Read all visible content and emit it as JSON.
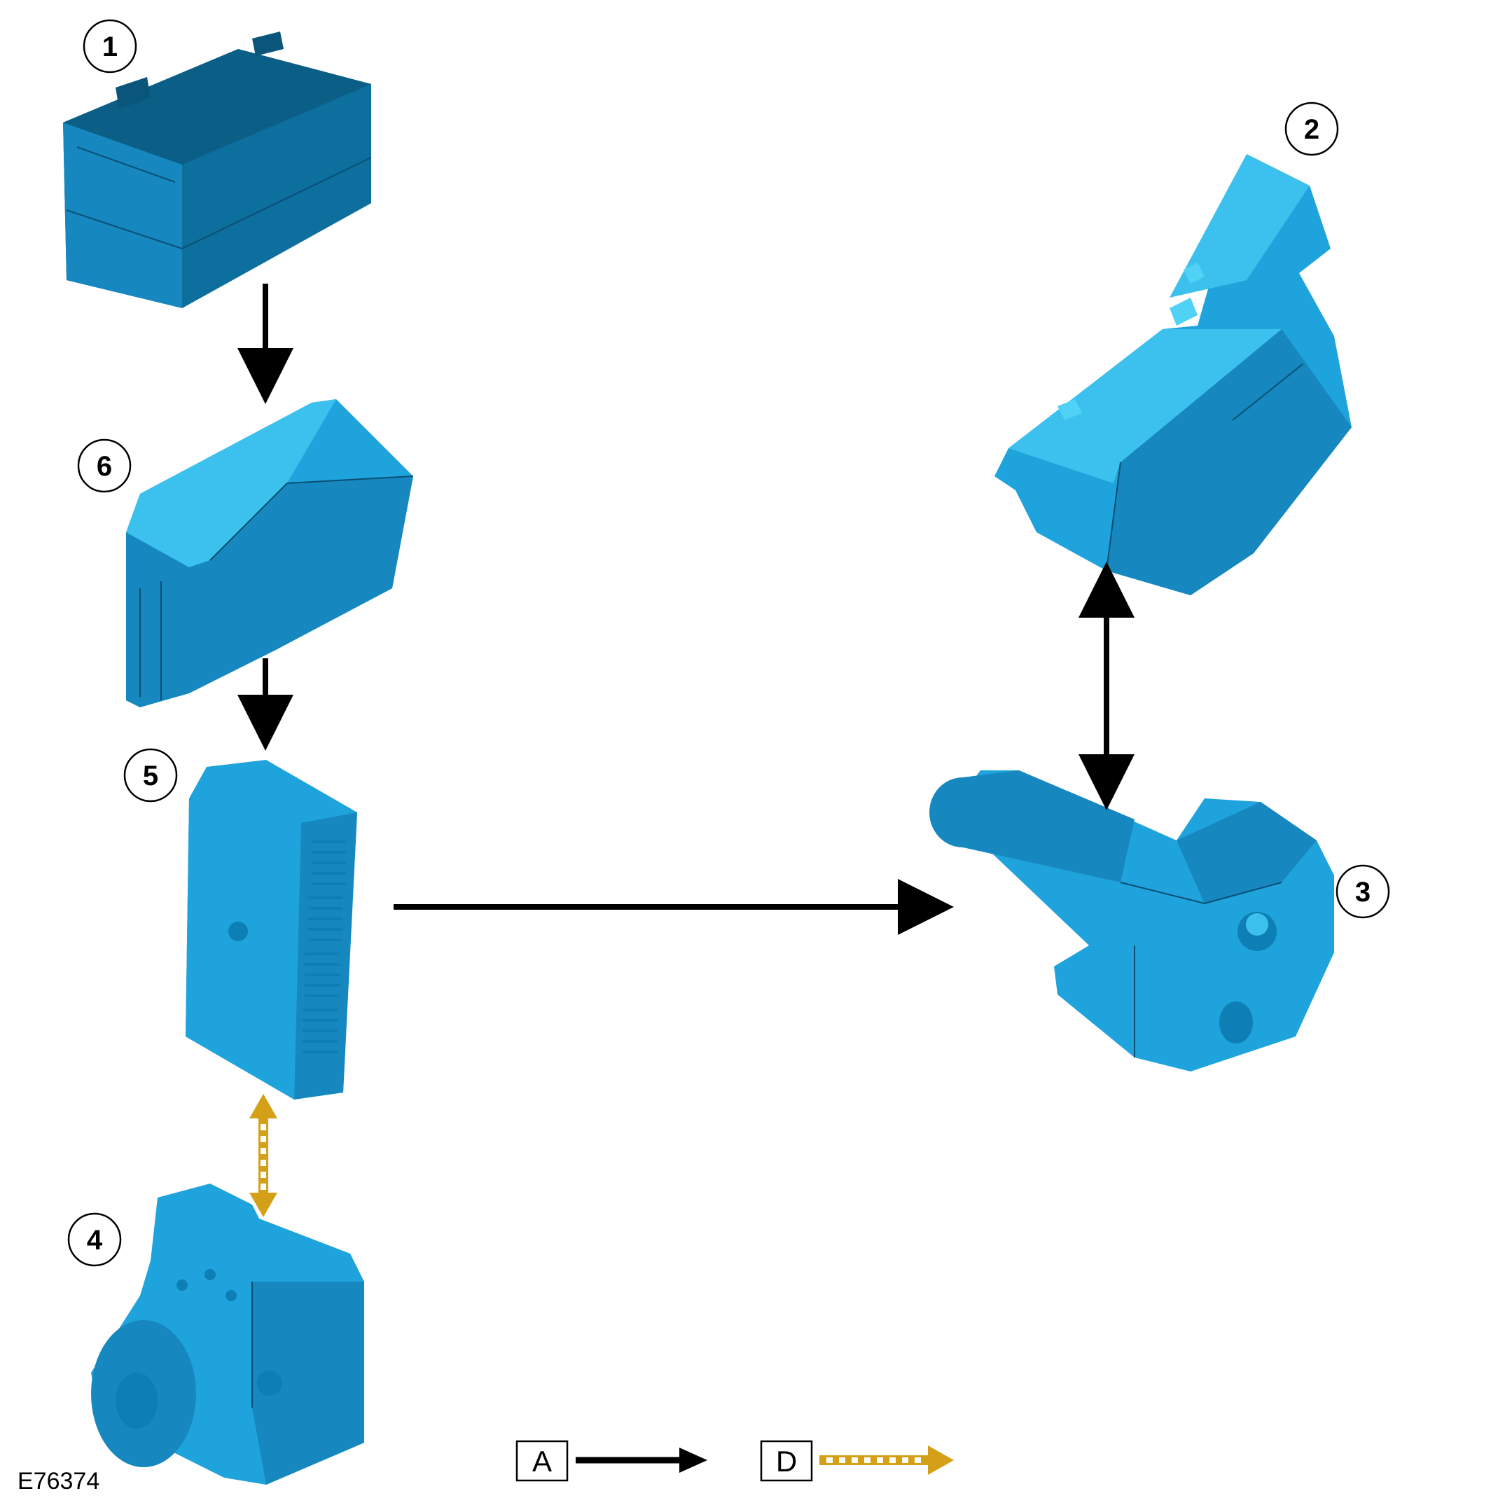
{
  "figure_id": "E76374",
  "components": [
    {
      "id": "battery",
      "callout": "1"
    },
    {
      "id": "module-2",
      "callout": "2"
    },
    {
      "id": "motor-unit",
      "callout": "3"
    },
    {
      "id": "abs-module",
      "callout": "4"
    },
    {
      "id": "control-module",
      "callout": "5"
    },
    {
      "id": "fuse-box",
      "callout": "6"
    }
  ],
  "connections": [
    {
      "from": "1",
      "to": "6",
      "type": "A"
    },
    {
      "from": "6",
      "to": "5",
      "type": "A"
    },
    {
      "from": "5",
      "to": "3",
      "type": "A"
    },
    {
      "from": "2",
      "to": "3",
      "type": "A",
      "bidirectional": true
    },
    {
      "from": "5",
      "to": "4",
      "type": "D",
      "bidirectional": true
    }
  ],
  "legend": [
    {
      "key": "A",
      "style": "solid-black-arrow",
      "color": "#000000"
    },
    {
      "key": "D",
      "style": "dashed-gold-arrow",
      "color": "#d4a017"
    }
  ],
  "colors": {
    "component": "#1fa3dc",
    "arrow_a": "#000000",
    "arrow_d": "#d4a017"
  }
}
